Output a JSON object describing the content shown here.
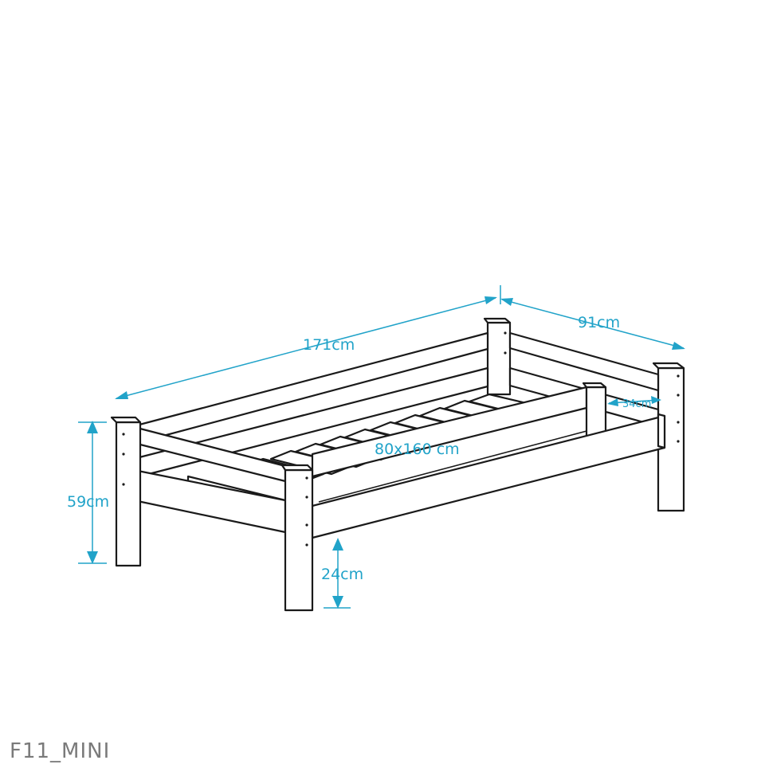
{
  "drawing": {
    "model_code": "F11_MINI",
    "dimensions": {
      "length": "171cm",
      "width": "91cm",
      "height": "59cm",
      "mattress": "80x160 cm",
      "under_clearance": "24cm",
      "guard_opening": "34cm"
    },
    "colors": {
      "outline": "#1a1a1a",
      "dimension": "#21a3c9",
      "label": "#7a7a7a"
    }
  }
}
